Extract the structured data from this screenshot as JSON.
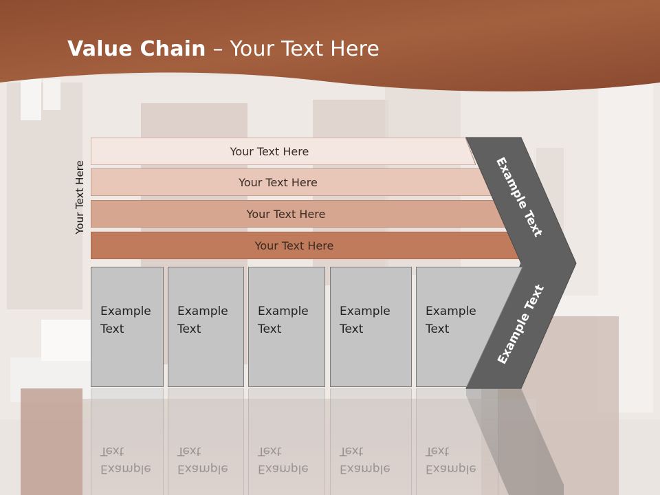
{
  "title": {
    "bold": "Value Chain",
    "rest": " – Your Text Here"
  },
  "side_label": "Your Text Here",
  "rows": [
    {
      "label": "Your Text Here",
      "color": "#f4e6e1"
    },
    {
      "label": "Your Text Here",
      "color": "#e8c7b8"
    },
    {
      "label": "Your Text Here",
      "color": "#d6a690"
    },
    {
      "label": "Your Text Here",
      "color": "#c07b5c"
    }
  ],
  "columns": [
    {
      "line1": "Example",
      "line2": "Text"
    },
    {
      "line1": "Example",
      "line2": "Text"
    },
    {
      "line1": "Example",
      "line2": "Text"
    },
    {
      "line1": "Example",
      "line2": "Text"
    },
    {
      "line1": "Example",
      "line2": "Text"
    }
  ],
  "chevron_top_label": "Example Text",
  "chevron_bottom_label": "Example Text",
  "colors": {
    "header": "#a05a3c",
    "column_fill": "#c4c4c4",
    "chevron": "#606060"
  }
}
